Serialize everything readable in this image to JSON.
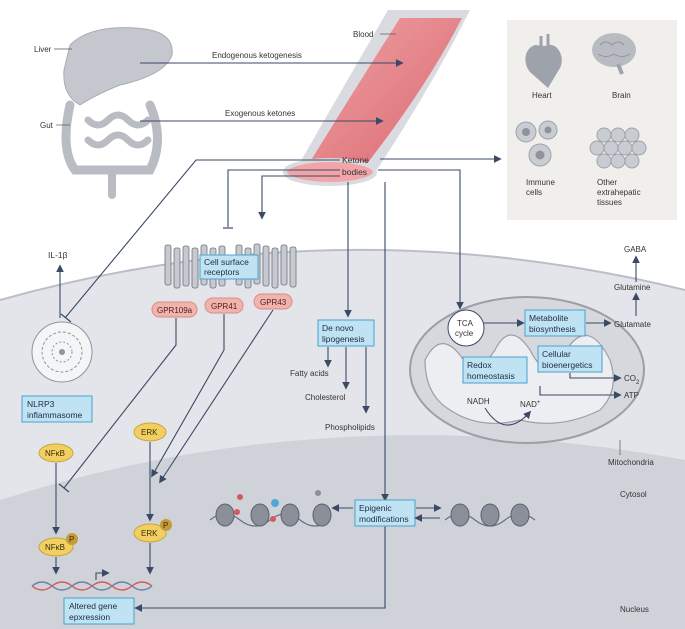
{
  "labels": {
    "liver": "Liver",
    "gut": "Gut",
    "blood": "Blood",
    "endogenous": "Endogenous ketogenesis",
    "exogenous": "Exogenous ketones",
    "ketone_bodies": [
      "Ketone",
      "bodies"
    ],
    "heart": "Heart",
    "brain": "Brain",
    "immune_cells": [
      "Immune",
      "cells"
    ],
    "other_tissues": [
      "Other",
      "extrahepatic",
      "tissues"
    ],
    "il1b": "IL-1β",
    "nlrp3": [
      "NLRP3",
      "inflammasome"
    ],
    "cell_surface": [
      "Cell surface",
      "receptors"
    ],
    "gpr109a": "GPR109a",
    "gpr41": "GPR41",
    "gpr43": "GPR43",
    "de_novo": [
      "De novo",
      "lipogenesis"
    ],
    "fatty_acids": "Fatty acids",
    "cholesterol": "Cholesterol",
    "phospholipids": "Phospholipids",
    "tca": [
      "TCA",
      "cycle"
    ],
    "metabolite_bio": [
      "Metabolite",
      "biosynthesis"
    ],
    "cellular_bio": [
      "Cellular",
      "bioenergetics"
    ],
    "redox": [
      "Redox",
      "homeostasis"
    ],
    "gaba": "GABA",
    "glutamine": "Glutamine",
    "glutamate": "Glutamate",
    "co2": "CO",
    "co2_sub": "2",
    "atp": "ATP",
    "nadh": "NADH",
    "nad": "NAD",
    "nad_sup": "+",
    "mitochondria": "Mitochondria",
    "cytosol": "Cytosol",
    "nucleus": "Nucleus",
    "nfkb": "NFκB",
    "erk": "ERK",
    "phospho": "P",
    "epigenic": [
      "Epigenic",
      "modifications"
    ],
    "altered_gene": [
      "Altered gene",
      "epxression"
    ]
  },
  "colors": {
    "cell": "#e3e5ea",
    "nucleus": "#cfd2d8",
    "box_fill": "#bfe3f3",
    "pill": "#f3b3ad",
    "oval": "#f2cf63",
    "vessel": "#e98a8f",
    "arrow": "#3a4a66"
  }
}
